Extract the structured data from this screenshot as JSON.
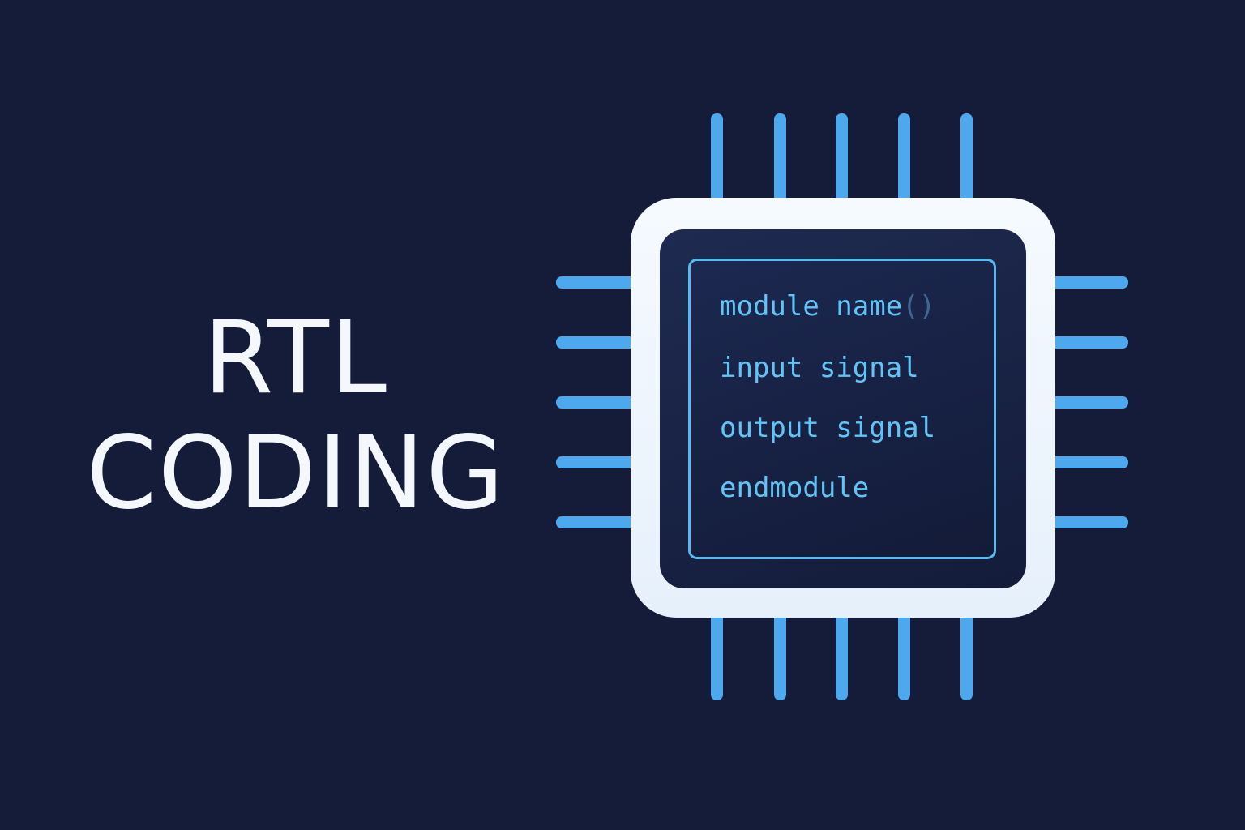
{
  "title": {
    "line1": "RTL",
    "line2": "CODING"
  },
  "code": {
    "lines": [
      "module name",
      "input signal",
      "output signal",
      "endmodule"
    ],
    "parens": "()"
  },
  "colors": {
    "background": "#141c3a",
    "pins": "#4ea8ee",
    "code_text": "#62c4f6",
    "chip_body": "#f6faff"
  }
}
